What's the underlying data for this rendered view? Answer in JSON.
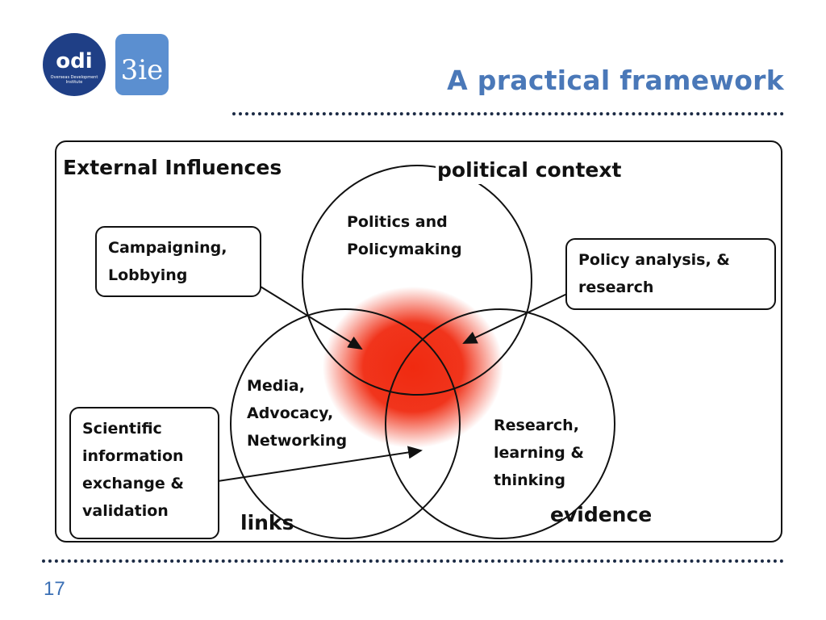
{
  "header": {
    "title": "A practical framework",
    "logo_odi_text": "odi",
    "logo_odi_sub_1": "Overseas Development",
    "logo_odi_sub_2": "Institute",
    "logo_3ie_text": "3ie"
  },
  "diagram": {
    "frame_label": "External Influences",
    "circle_labels": {
      "top": "political context",
      "left": "links",
      "right": "evidence"
    },
    "circle_inner": {
      "top": "Politics and\nPolicymaking",
      "left": "Media,\nAdvocacy,\nNetworking",
      "right": "Research,\nlearning &\nthinking"
    },
    "boxes": {
      "campaigning": "Campaigning,\nLobbying",
      "policy_analysis": "Policy analysis, &\nresearch",
      "scientific": "Scientific\ninformation\nexchange &\nvalidation"
    },
    "colors": {
      "hotspot": "#f02a10",
      "title": "#4a78b8",
      "odi_logo": "#1f3f86",
      "ie_logo": "#5b8fd0"
    }
  },
  "footer": {
    "page_number": "17"
  }
}
